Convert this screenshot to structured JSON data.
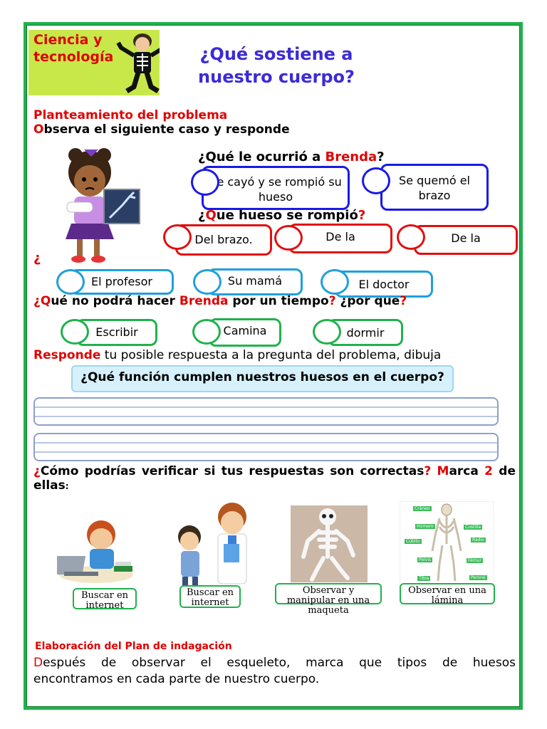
{
  "header": {
    "subject": "Ciencia y tecnología",
    "title": "¿Qué sostiene a nuestro cuerpo?"
  },
  "problem": {
    "heading": "Planteamiento del problema",
    "instruction_first": "O",
    "instruction_rest": "bserva el siguiente caso y responde"
  },
  "q1": {
    "prefix": "¿Qué le ocurrió a ",
    "name": "Brenda",
    "suffix": "?",
    "options": [
      "Se cayó y se rompió su hueso",
      "Se quemó el brazo"
    ]
  },
  "q2": {
    "open": "¿",
    "q": "Q",
    "text": "ue hueso se rompió",
    "close": "?",
    "options": [
      "Del brazo.",
      "De la",
      "De la"
    ]
  },
  "q3": {
    "open": "¿",
    "options": [
      "El profesor",
      "Su mamá",
      "El doctor"
    ]
  },
  "q4": {
    "open": "¿",
    "q": "Q",
    "text1": "ué no podrá hacer ",
    "name": "Brenda",
    "text2": " por un tiempo",
    "q_mark": "?",
    "text3": " ¿por que",
    "close": "?",
    "options": [
      "Escribir",
      "Camina",
      "dormir"
    ]
  },
  "respond": {
    "label": "Responde",
    "text": " tu posible respuesta a la pregunta del problema, dibuja",
    "question_box": "¿Qué función cumplen nuestros huesos en el cuerpo?"
  },
  "verify": {
    "open": "¿",
    "text1": "Cómo podrías verificar si tus respuestas son correctas",
    "q_mark": "?",
    "marca_m": "M",
    "marca_rest": "arca ",
    "number": "2",
    "text2": " de ellas",
    "colon": ":",
    "options": [
      "Buscar en internet",
      "Buscar en internet",
      "Observar y manipular en una maqueta",
      "Observar en una lámina"
    ]
  },
  "diagram_labels": [
    "Cráneo",
    "Húmero",
    "Costilla",
    "Cúbito",
    "Radio",
    "Pelvis",
    "Fémur",
    "Tibia",
    "Peroné"
  ],
  "plan": {
    "heading": "Elaboración del Plan de indagación",
    "first": "D",
    "text": "espués de observar el esqueleto, marca que tipos de huesos",
    "text2": "encontramos en cada parte de nuestro cuerpo."
  },
  "colors": {
    "frame": "#22b14c",
    "title": "#3b2bd6",
    "accent": "#e00000",
    "badge": "#c8e84a"
  }
}
